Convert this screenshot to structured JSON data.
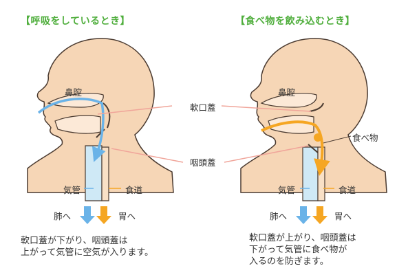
{
  "titles": {
    "breathing": "【呼吸をしているとき】",
    "swallowing": "【食べ物を飲み込むとき】"
  },
  "labels": {
    "nasal_cavity": "鼻腔",
    "soft_palate": "軟口蓋",
    "epiglottis": "咽頭蓋",
    "trachea": "気管",
    "esophagus": "食道",
    "food": "食べ物",
    "to_lungs": "肺へ",
    "to_stomach": "胃へ"
  },
  "captions": {
    "breathing": [
      "軟口蓋が下がり、咽頭蓋は",
      "上がって気管に空気が入ります。"
    ],
    "swallowing": [
      "軟口蓋が上がり、咽頭蓋は",
      "下がって気管に食べ物が",
      "入るのを防ぎます。"
    ]
  },
  "colors": {
    "title": "#4fae3c",
    "head_fill": "#f6d6b6",
    "head_stroke": "#4a3a30",
    "cavity_fill": "#fce9d7",
    "trachea_fill": "#cfe9f6",
    "air_blue": "#6ab3e8",
    "food_orange": "#f5a623",
    "leader_pink": "#f0a59a"
  }
}
